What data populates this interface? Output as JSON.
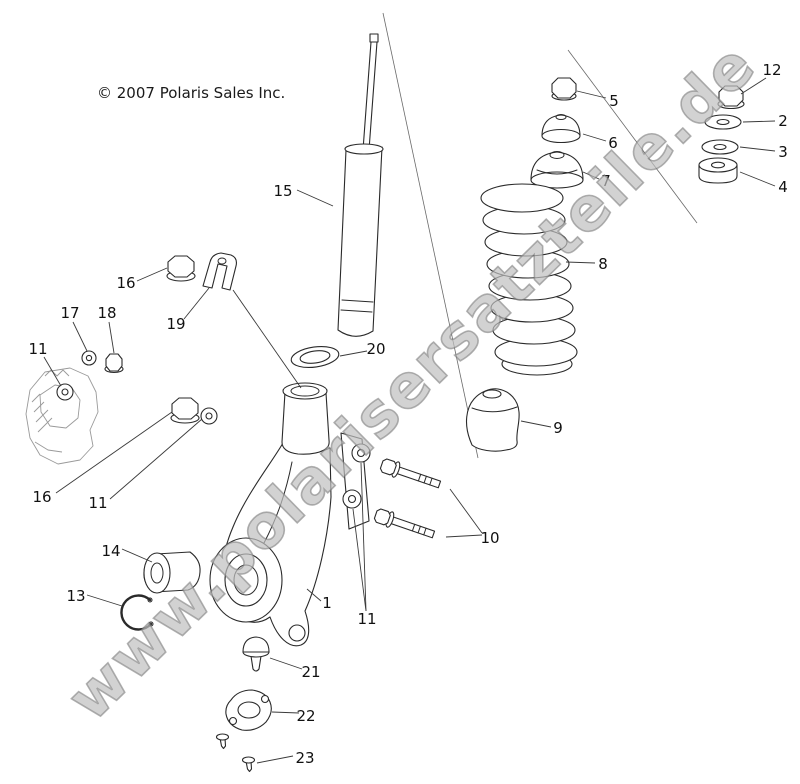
{
  "meta": {
    "copyright": "© 2007 Polaris Sales Inc.",
    "watermark": "www.polarisersatzteile.de"
  },
  "colors": {
    "line": "#2a2a2a",
    "watermark_gray": "#9a9a9a",
    "background": "#ffffff"
  },
  "callouts": [
    "15",
    "5",
    "6",
    "7",
    "12",
    "2",
    "3",
    "4",
    "8",
    "9",
    "20",
    "1",
    "16",
    "19",
    "17",
    "18",
    "11",
    "16",
    "11",
    "11",
    "10",
    "14",
    "13",
    "21",
    "22",
    "23"
  ]
}
